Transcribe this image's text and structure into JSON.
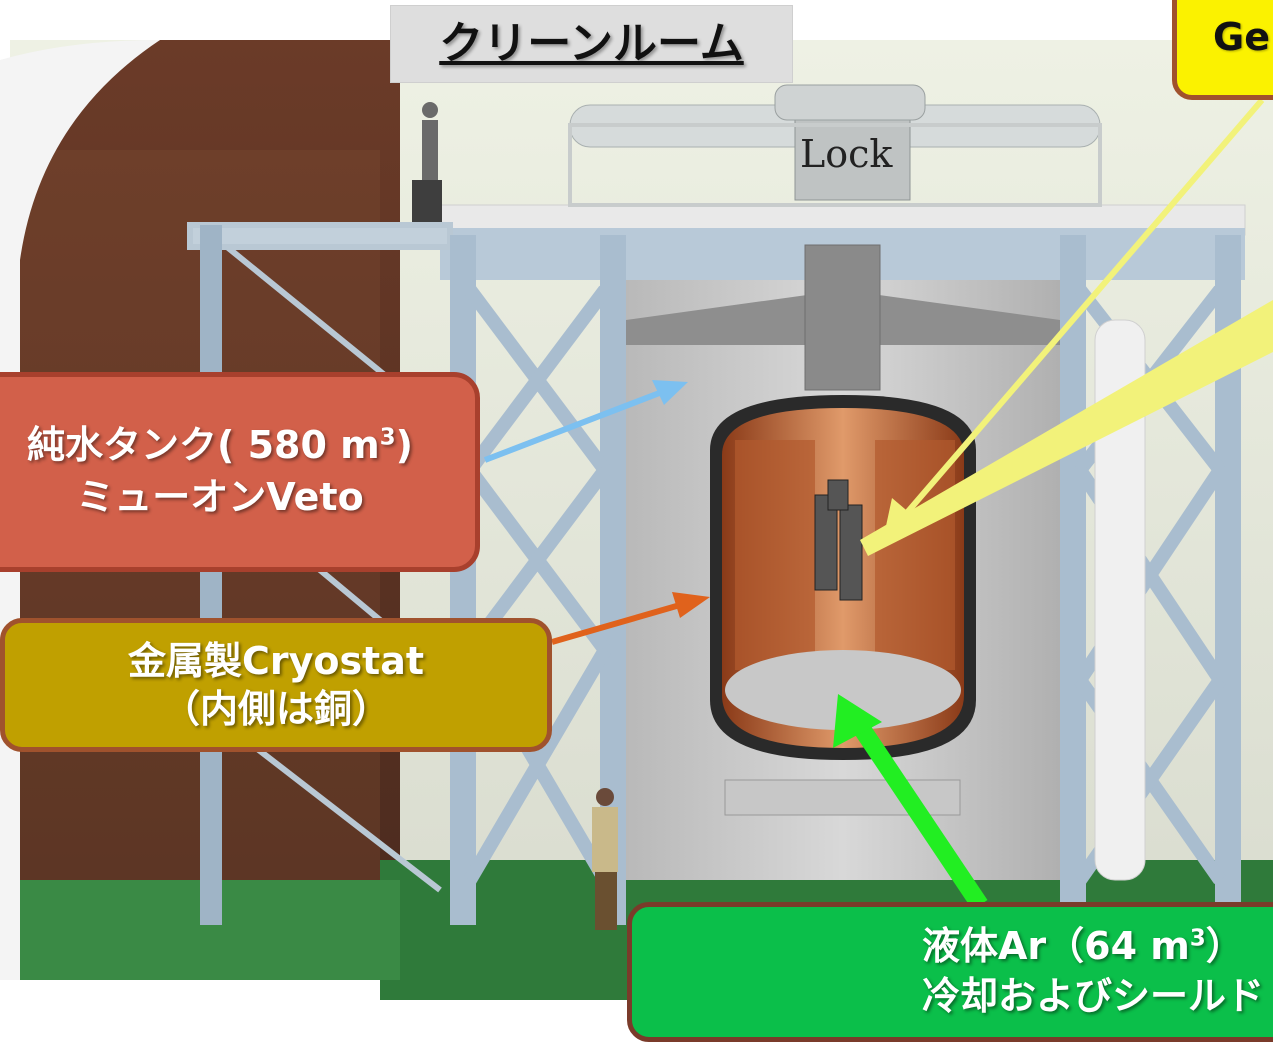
{
  "title": "クリーンルーム",
  "lock_label": "Lock",
  "callouts": {
    "water_tank": {
      "line1_prefix": "純水タンク( 580 m",
      "line1_sup": "3",
      "line1_suffix": ")",
      "line2": "ミューオンVeto"
    },
    "cryostat": {
      "line1": "金属製Cryostat",
      "line2": "（内側は銅）"
    },
    "argon": {
      "line1_prefix": "液体Ar（64 m",
      "line1_sup": "3",
      "line1_suffix": "）",
      "line2": "冷却およびシールド"
    },
    "ge": {
      "line1": "Ge"
    }
  },
  "colors": {
    "water_box": "#d2604a",
    "cryostat_box": "#c0a000",
    "argon_box": "#0bbf4a",
    "ge_box": "#fbf200",
    "arrow_blue": "#7cc0f0",
    "arrow_orange": "#e0621c",
    "arrow_green": "#22ee22",
    "arrow_yellow": "#f2f27a"
  }
}
